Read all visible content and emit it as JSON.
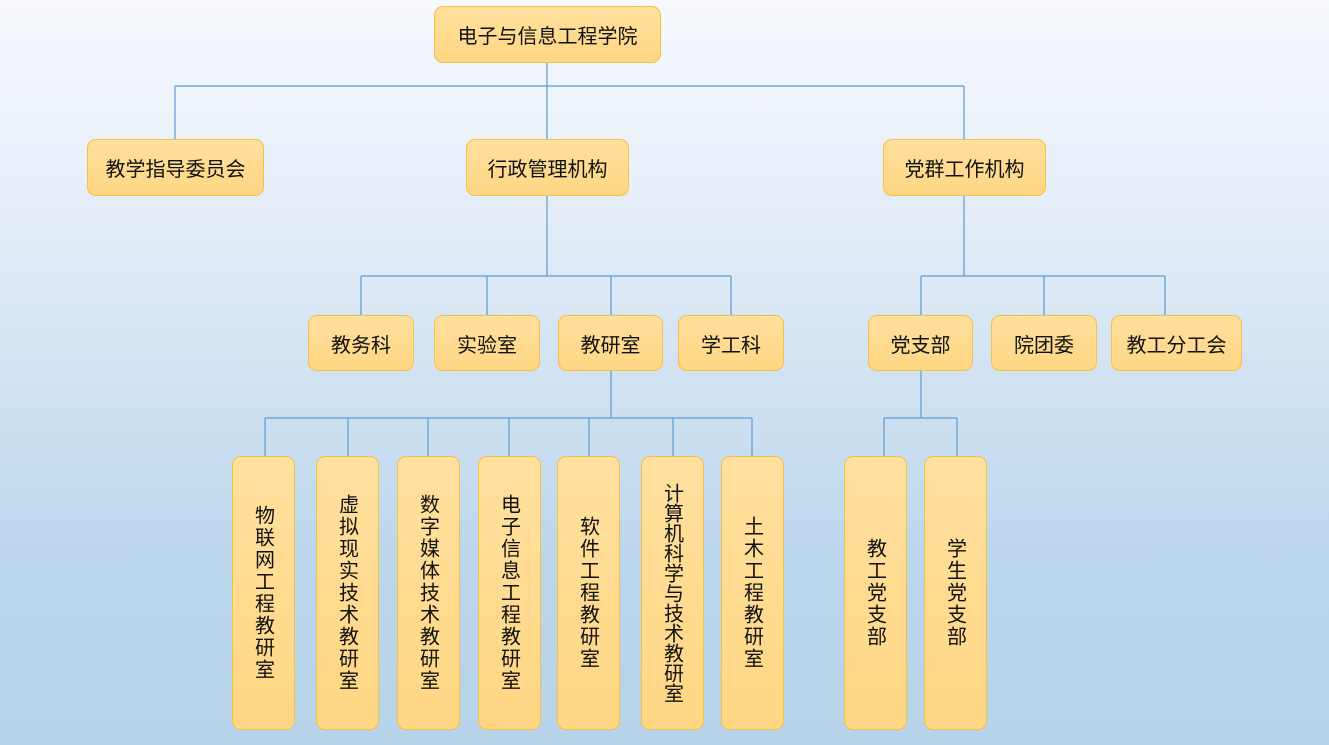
{
  "root": "电子与信息工程学院",
  "level1": [
    "教学指导委员会",
    "行政管理机构",
    "党群工作机构"
  ],
  "admin_children": [
    "教务科",
    "实验室",
    "教研室",
    "学工科"
  ],
  "party_children": [
    "党支部",
    "院团委",
    "教工分工会"
  ],
  "research_offices": [
    "物联网工程教研室",
    "虚拟现实技术教研室",
    "数字媒体技术教研室",
    "电子信息工程教研室",
    "软件工程教研室",
    "计算机科学与技术教研室",
    "土木工程教研室"
  ],
  "party_branches": [
    "教工党支部",
    "学生党支部"
  ]
}
